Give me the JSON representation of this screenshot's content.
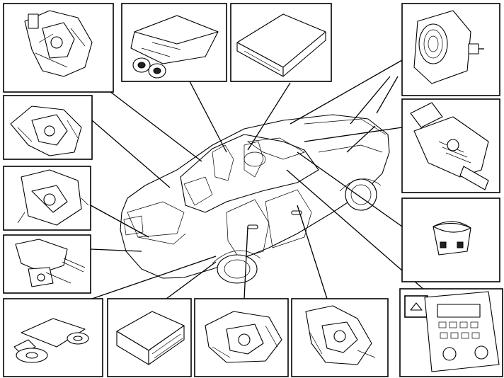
{
  "diagram": {
    "components": [
      {
        "id": "lock-top-left",
        "icon": "door-lock-actuator-icon"
      },
      {
        "id": "control-module-with-plug",
        "icon": "control-module-icon"
      },
      {
        "id": "control-module-flat",
        "icon": "control-module-icon"
      },
      {
        "id": "siren",
        "icon": "siren-icon"
      },
      {
        "id": "lock-left",
        "icon": "door-lock-actuator-icon"
      },
      {
        "id": "hood-latch",
        "icon": "hood-latch-icon"
      },
      {
        "id": "tailgate-lock",
        "icon": "door-lock-actuator-icon"
      },
      {
        "id": "push-button",
        "icon": "push-button-icon"
      },
      {
        "id": "trunk-latch",
        "icon": "trunk-latch-icon"
      },
      {
        "id": "antenna",
        "icon": "antenna-icon"
      },
      {
        "id": "relay-module",
        "icon": "relay-module-icon"
      },
      {
        "id": "lock-bottom-1",
        "icon": "door-lock-actuator-icon"
      },
      {
        "id": "lock-bottom-2",
        "icon": "door-lock-actuator-icon"
      },
      {
        "id": "center-console-panel",
        "icon": "control-panel-icon"
      }
    ]
  }
}
